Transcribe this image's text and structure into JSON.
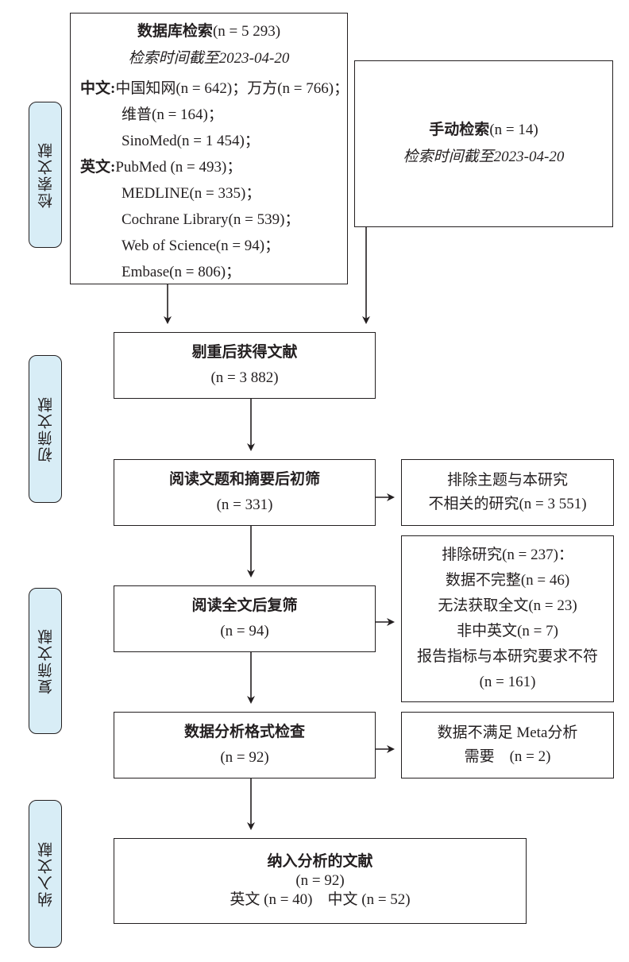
{
  "stage_labels": [
    "检索文献",
    "初筛文献",
    "复筛文献",
    "纳入文献"
  ],
  "database_search": {
    "title": "数据库检索",
    "title_count": "(n = 5 293)",
    "date": "检索时间截至2023-04-20",
    "chinese_label": "中文:",
    "chinese_line1": "中国知网(n = 642)；万方(n = 766)；",
    "chinese_line2": "维普(n = 164)；",
    "chinese_line3": "SinoMed(n = 1 454)；",
    "english_label": "英文:",
    "english_line1": "PubMed (n = 493)；",
    "english_line2": "MEDLINE(n = 335)；",
    "english_line3": "Cochrane Library(n = 539)；",
    "english_line4": "Web of Science(n = 94)；",
    "english_line5": "Embase(n = 806)；"
  },
  "manual_search": {
    "title": "手动检索",
    "title_count": "(n = 14)",
    "date": "检索时间截至2023-04-20"
  },
  "dedup": {
    "title": "剔重后获得文献",
    "count": "(n = 3 882)"
  },
  "initial_screen": {
    "title": "阅读文题和摘要后初筛",
    "count": "(n = 331)"
  },
  "exclude_irrelevant": {
    "line1": "排除主题与本研究",
    "line2": "不相关的研究(n = 3 551)"
  },
  "full_text_screen": {
    "title": "阅读全文后复筛",
    "count": "(n = 94)"
  },
  "exclude_full": {
    "line1": "排除研究(n = 237)：",
    "line2": "数据不完整(n = 46)",
    "line3": "无法获取全文(n = 23)",
    "line4": "非中英文(n = 7)",
    "line5": "报告指标与本研究要求不符",
    "line6": "(n = 161)"
  },
  "format_check": {
    "title": "数据分析格式检查",
    "count": "(n = 92)"
  },
  "exclude_meta": {
    "line1": "数据不满足 Meta分析",
    "line2": "需要　(n = 2)"
  },
  "included": {
    "title": "纳入分析的文献",
    "count": "(n = 92)",
    "breakdown": "英文 (n = 40)　中文 (n = 52)"
  }
}
